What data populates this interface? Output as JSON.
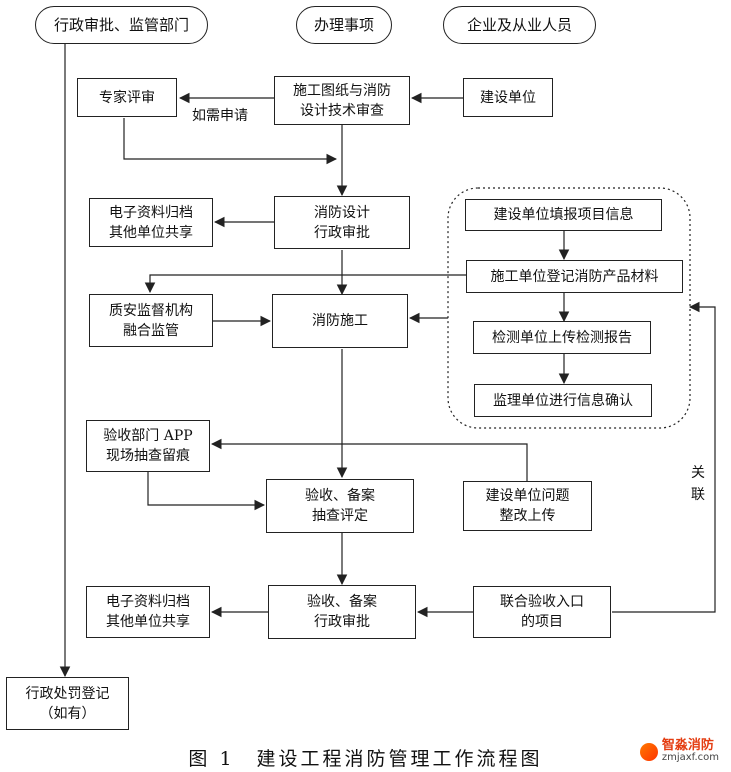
{
  "header": {
    "admin": "行政审批、监管部门",
    "process": "办理事项",
    "enterprise": "企业及从业人员"
  },
  "nodes": {
    "expert_review": "专家评审",
    "drawing_review": "施工图纸与消防\n设计技术审查",
    "construction_unit": "建设单位",
    "archive_top": "电子资料归档\n其他单位共享",
    "fire_admin_approval": "消防设计\n行政审批",
    "quality_supervision": "质安监督机构\n融合监管",
    "fire_construction": "消防施工",
    "fill_project_info": "建设单位填报项目信息",
    "register_products": "施工单位登记消防产品材料",
    "upload_test_report": "检测单位上传检测报告",
    "supervisor_confirm": "监理单位进行信息确认",
    "app_inspection": "验收部门 APP\n现场抽查留痕",
    "acceptance_spot_check": "验收、备案\n抽查评定",
    "rectify_upload": "建设单位问题\n整改上传",
    "archive_bottom": "电子资料归档\n其他单位共享",
    "acceptance_admin_approval": "验收、备案\n行政审批",
    "joint_acceptance": "联合验收入口\n的项目",
    "penalty_registration": "行政处罚登记\n（如有）"
  },
  "labels": {
    "if_needed": "如需申请",
    "related": "关联"
  },
  "caption": "图 1　建设工程消防管理工作流程图",
  "watermark": {
    "brand": "智淼消防",
    "url": "zmjaxf.com"
  },
  "colors": {
    "line": "#222222",
    "watermark_accent": "#e43d12"
  }
}
